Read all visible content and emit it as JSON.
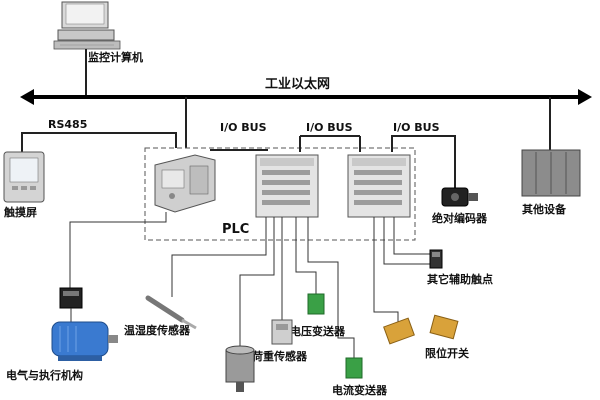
{
  "labels": {
    "monitor_pc": "监控计算机",
    "ethernet": "工业以太网",
    "rs485": "RS485",
    "io_bus_1": "I/O BUS",
    "io_bus_2": "I/O BUS",
    "io_bus_3": "I/O BUS",
    "touchscreen": "触摸屏",
    "plc": "PLC",
    "abs_encoder": "绝对编码器",
    "other_device": "其他设备",
    "aux_contact": "其它辅助触点",
    "temp_humidity": "温湿度传感器",
    "voltage_tx": "电压变送器",
    "load_sensor": "荷重传感器",
    "limit_switch": "限位开关",
    "current_tx": "电流变送器",
    "motor_actuator": "电气与执行机构"
  },
  "icons": {
    "pc": "computer-icon",
    "touchscreen": "touchscreen-icon",
    "plc_cpu": "plc-cpu-icon",
    "io_module": "io-module-icon",
    "encoder": "encoder-icon",
    "cabinet": "cabinet-icon",
    "motor": "motor-icon",
    "contactor": "contactor-icon"
  },
  "colors": {
    "bus": "#000000",
    "motor_blue": "#3a7ad0",
    "transmitter_green": "#3aa046",
    "limit_switch_orange": "#d9a23a"
  }
}
